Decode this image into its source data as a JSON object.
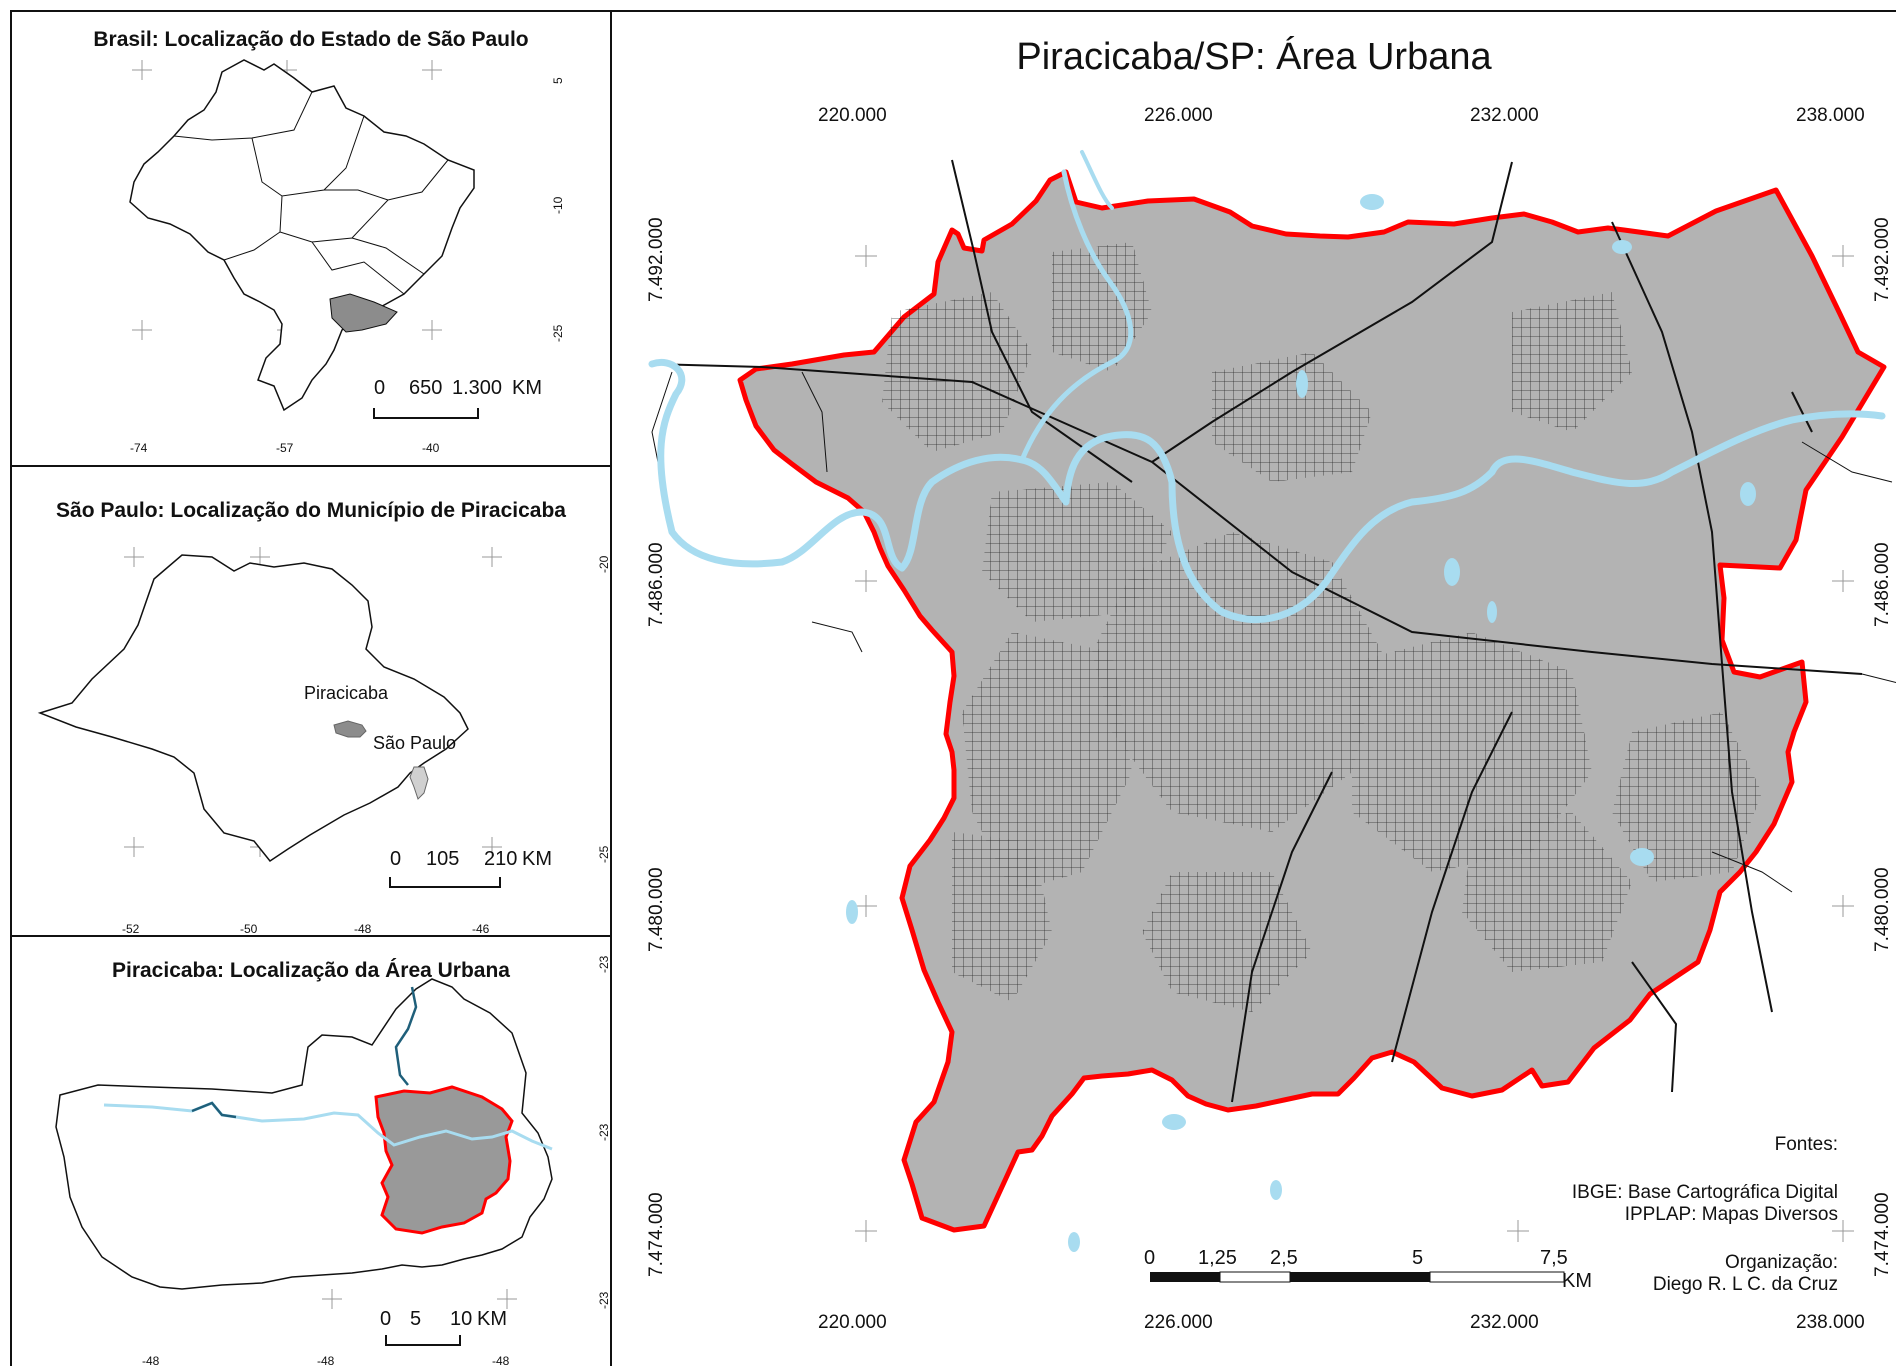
{
  "panels": {
    "brasil": {
      "title": "Brasil: Localização do Estado de São Paulo",
      "x_ticks": [
        "-74",
        "-57",
        "-40"
      ],
      "y_ticks": [
        "5",
        "-10",
        "-25"
      ],
      "scalebar": {
        "labels": [
          "0",
          "650",
          "1.300"
        ],
        "unit": "KM"
      }
    },
    "sp": {
      "title": "São Paulo: Localização do Município de Piracicaba",
      "x_ticks": [
        "-52",
        "-50",
        "-48",
        "-46"
      ],
      "y_ticks": [
        "-20",
        "-25"
      ],
      "places": [
        "Piracicaba",
        "São Paulo"
      ],
      "scalebar": {
        "labels": [
          "0",
          "105",
          "210"
        ],
        "unit": "KM"
      }
    },
    "piracicaba": {
      "title": "Piracicaba: Localização da Área Urbana",
      "x_ticks": [
        "-48",
        "-48",
        "-48"
      ],
      "y_ticks": [
        "-23",
        "-23",
        "-23"
      ],
      "scalebar": {
        "labels": [
          "0",
          "5",
          "10"
        ],
        "unit": "KM"
      }
    }
  },
  "main": {
    "title": "Piracicaba/SP: Área Urbana",
    "x_ticks": [
      "220.000",
      "226.000",
      "232.000",
      "238.000"
    ],
    "y_ticks": [
      "7.492.000",
      "7.486.000",
      "7.480.000",
      "7.474.000"
    ],
    "scalebar": {
      "labels": [
        "0",
        "1,25",
        "2,5",
        "5",
        "7,5"
      ],
      "unit": "KM"
    },
    "sources_title": "Fontes:",
    "sources": [
      "IBGE: Base Cartográfica Digital",
      "IPPLAP: Mapas Diversos"
    ],
    "org_title": "Organização:",
    "org_name": "Diego R. L C. da Cruz"
  },
  "colors": {
    "urban_fill": "#b3b3b3",
    "urban_boundary": "#ff0000",
    "river": "#a8dcf0",
    "river_dark": "#1f5f7a",
    "state_highlight": "#8c8c8c",
    "line": "#111111"
  }
}
